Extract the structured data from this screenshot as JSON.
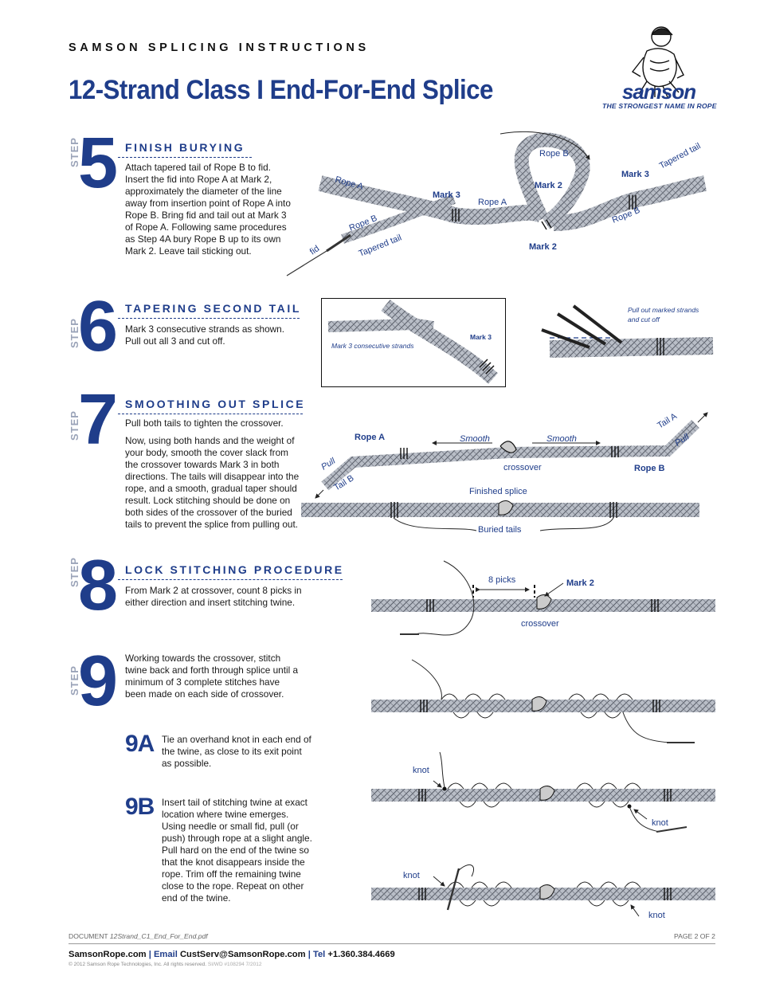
{
  "header": {
    "top": "SAMSON SPLICING INSTRUCTIONS",
    "title": "12-Strand Class I End-For-End Splice",
    "tagline": "THE STRONGEST NAME IN ROPE",
    "logo_word": "samson"
  },
  "step_word": "STEP",
  "steps": [
    {
      "num": "5",
      "title": "FINISH BURYING",
      "text": "Attach tapered tail of Rope B to fid. Insert the fid into Rope A at Mark 2, approximately the diameter of the line away from insertion point of Rope A into Rope B. Bring fid and tail out at Mark 3 of Rope A. Following same procedures as Step 4A bury Rope B up to its own Mark 2. Leave tail sticking out."
    },
    {
      "num": "6",
      "title": "TAPERING SECOND TAIL",
      "text": "Mark 3 consecutive strands as shown. Pull out all 3 and cut off."
    },
    {
      "num": "7",
      "title": "SMOOTHING OUT SPLICE",
      "text1": "Pull both tails to tighten the crossover.",
      "text2": "Now, using both hands and the weight of your body, smooth the cover slack from the crossover towards Mark 3 in both directions. The tails will disappear into the rope, and a smooth, gradual taper should result. Lock stitching should be done on both sides of the crossover of the buried tails to prevent the splice from pulling out."
    },
    {
      "num": "8",
      "title": "LOCK STITCHING PROCEDURE",
      "text": "From Mark 2 at crossover, count 8 picks in either direction and insert stitching twine."
    },
    {
      "num": "9",
      "text": "Working towards the crossover, stitch twine back and forth through splice until a minimum of 3 complete stitches have been made on each side of crossover."
    }
  ],
  "substeps": [
    {
      "num": "9A",
      "text": "Tie an overhand knot in each end of the twine, as close to its exit point as possible."
    },
    {
      "num": "9B",
      "text": "Insert tail of stitching twine at exact location where twine emerges. Using needle or small fid, pull (or push) through rope at a slight angle. Pull hard on the end of the twine so that the knot disappears inside the rope. Trim off the remaining twine close to the rope. Repeat on other end of the twine."
    }
  ],
  "labels": {
    "s5": {
      "rope_a1": "Rope A",
      "rope_b1": "Rope B",
      "tapered1": "Tapered tail",
      "fid": "fid",
      "mark3a": "Mark 3",
      "rope_a2": "Rope A",
      "rope_b_loop": "Rope B",
      "mark2a": "Mark 2",
      "mark2b": "Mark 2",
      "mark3b": "Mark 3",
      "tapered2": "Tapered tail",
      "rope_b2": "Rope B"
    },
    "s6": {
      "consec": "Mark 3 consecutive strands",
      "mark3": "Mark 3",
      "pullout": "Pull out marked strands and cut off"
    },
    "s7": {
      "rope_a": "Rope A",
      "smooth1": "Smooth",
      "smooth2": "Smooth",
      "tail_a": "Tail A",
      "pull1": "Pull",
      "pull2": "Pull",
      "tail_b": "Tail B",
      "crossover": "crossover",
      "rope_b": "Rope B",
      "finished": "Finished splice",
      "buried": "Buried tails"
    },
    "s8": {
      "picks": "8 picks",
      "mark2": "Mark 2",
      "crossover": "crossover"
    },
    "s9": {
      "knot1": "knot",
      "knot2": "knot",
      "knot3": "knot",
      "knot4": "knot"
    }
  },
  "footer": {
    "doc_prefix": "DOCUMENT",
    "doc_name": "12Strand_C1_End_For_End.pdf",
    "page": "PAGE 2 OF 2",
    "site": "SamsonRope.com",
    "sep": "|",
    "email_label": "Email",
    "email": "CustServ@SamsonRope.com",
    "tel_label": "Tel",
    "tel": "+1.360.384.4669",
    "copyright": "© 2012 Samson Rope Technologies, Inc.  All rights reserved.",
    "code": "SI/WD #108294 7/2012"
  },
  "colors": {
    "brand": "#1f3d8a",
    "rope": "#9aa0ab"
  }
}
